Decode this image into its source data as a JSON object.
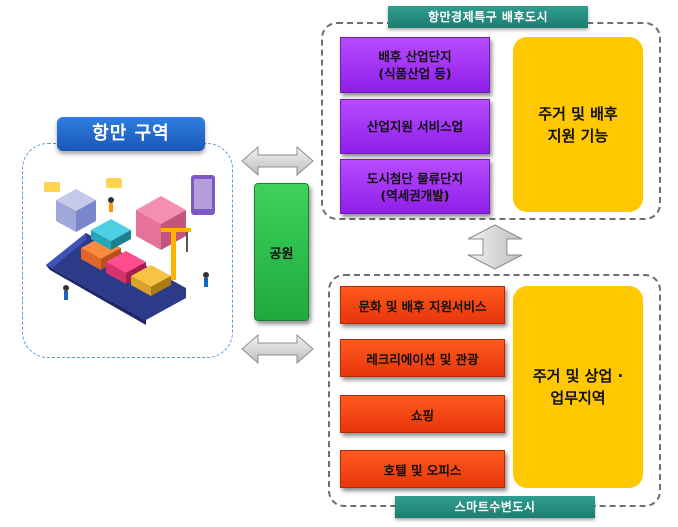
{
  "port_zone": {
    "title": "항만 구역"
  },
  "park": {
    "label": "공원"
  },
  "fez": {
    "header": "항만경제특구 배후도시",
    "items": [
      {
        "line1": "배후 산업단지",
        "line2": "(식품산업 등)"
      },
      {
        "line1": "산업지원 서비스업",
        "line2": ""
      },
      {
        "line1": "도시첨단 물류단지",
        "line2": "(역세권개발)"
      }
    ],
    "function_line1": "주거 및 배후",
    "function_line2": "지원 기능"
  },
  "smart_city": {
    "header": "스마트수변도시",
    "items": [
      {
        "label": "문화 및 배후 지원서비스"
      },
      {
        "label": "레크리에이션 및 관광"
      },
      {
        "label": "쇼핑"
      },
      {
        "label": "호텔 및 오피스"
      }
    ],
    "function_line1": "주거 및 상업 ·",
    "function_line2": "업무지역"
  },
  "colors": {
    "purple": "#a335f5",
    "orange_red": "#f24a14",
    "yellow": "#ffc800",
    "green": "#2cc04a",
    "teal": "#2f9e8f",
    "blue": "#2f7fe0"
  },
  "illustration": {
    "icon": "isometric-port-illustration"
  }
}
